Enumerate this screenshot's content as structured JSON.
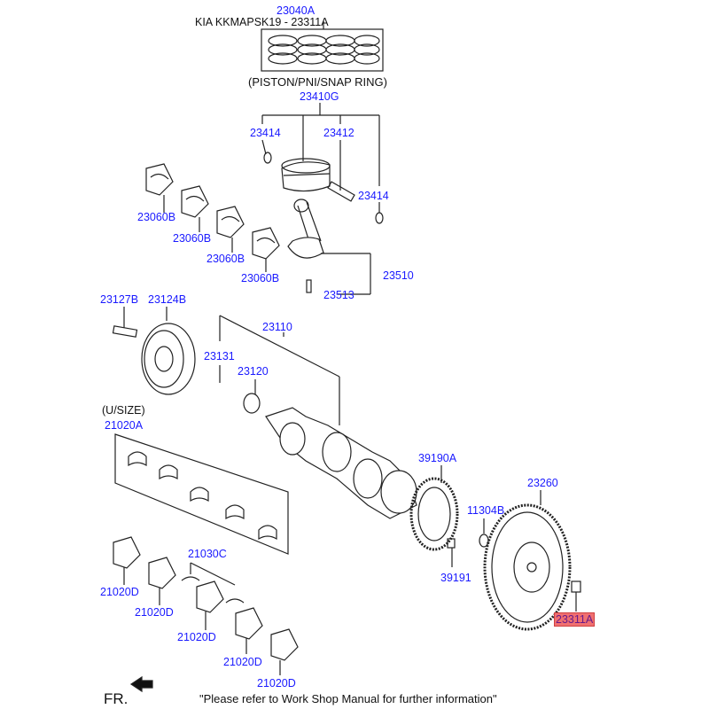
{
  "header": {
    "title": "KIA KKMAPSK19 - 23311A",
    "subtitle": "(PISTON/PNI/SNAP RING)",
    "usize": "(U/SIZE)"
  },
  "parts": {
    "rings": "23040A",
    "piston_assy": "23410G",
    "snap_ring_left": "23414",
    "pin": "23412",
    "snap_ring_right": "23414",
    "bearing_1": "23060B",
    "bearing_2": "23060B",
    "bearing_3": "23060B",
    "bearing_4": "23060B",
    "conrod": "23510",
    "conrod_bolt": "23513",
    "pulley_bolt": "23127B",
    "pulley": "23124B",
    "crankshaft": "23110",
    "key": "23131",
    "sprocket": "23120",
    "main_bearing_set": "21020A",
    "ring_gear": "39190A",
    "flywheel": "23260",
    "spacer": "11304B",
    "thrust_washer": "21030C",
    "ring_gear_bolt": "39191",
    "main_bearing_1": "21020D",
    "main_bearing_2": "21020D",
    "main_bearing_3": "21020D",
    "main_bearing_4": "21020D",
    "main_bearing_5": "21020D",
    "flywheel_bolt": "23311A"
  },
  "highlight_color": "#f07070",
  "footer": {
    "front": "FR.",
    "note": "\"Please refer to Work Shop Manual for further information\""
  }
}
